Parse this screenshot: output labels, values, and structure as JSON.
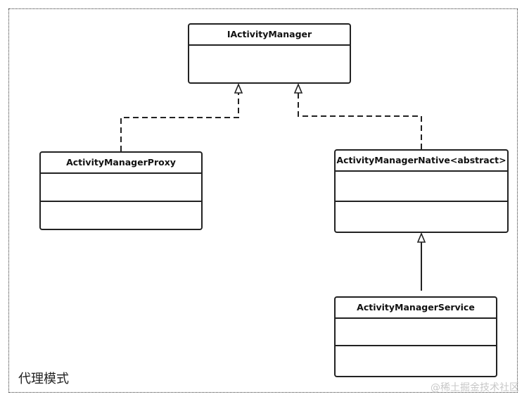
{
  "diagram": {
    "classes": {
      "iactivity_manager": {
        "name": "IActivityManager"
      },
      "activity_manager_proxy": {
        "name": "ActivityManagerProxy"
      },
      "activity_manager_native": {
        "name": "ActivityManagerNative<abstract>"
      },
      "activity_manager_service": {
        "name": "ActivityManagerService"
      }
    },
    "relations": [
      {
        "from": "ActivityManagerProxy",
        "to": "IActivityManager",
        "type": "realization"
      },
      {
        "from": "ActivityManagerNative<abstract>",
        "to": "IActivityManager",
        "type": "realization"
      },
      {
        "from": "ActivityManagerService",
        "to": "ActivityManagerNative<abstract>",
        "type": "generalization"
      }
    ],
    "caption": "代理模式"
  },
  "watermark": "@稀土掘金技术社区",
  "colors": {
    "line": "#222222",
    "frame": "#333333",
    "watermark": "#c8c8c8"
  }
}
